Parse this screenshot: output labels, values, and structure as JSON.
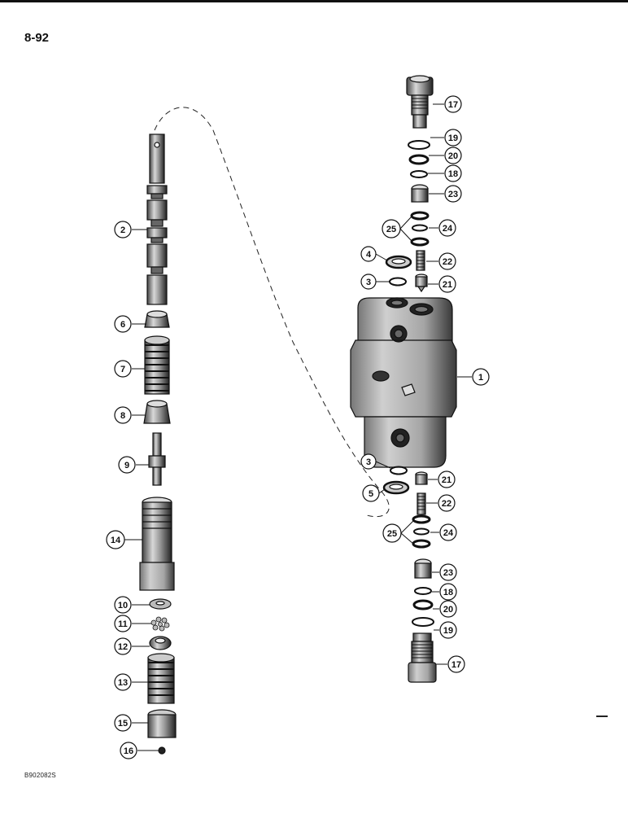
{
  "page": {
    "number": "8-92",
    "figure_id": "B902082S"
  },
  "callouts": {
    "c1": "1",
    "c2": "2",
    "c3a": "3",
    "c3b": "3",
    "c4": "4",
    "c5": "5",
    "c6": "6",
    "c7": "7",
    "c8": "8",
    "c9": "9",
    "c10": "10",
    "c11": "11",
    "c12": "12",
    "c13": "13",
    "c14": "14",
    "c15": "15",
    "c16": "16",
    "c17a": "17",
    "c17b": "17",
    "c18a": "18",
    "c18b": "18",
    "c19a": "19",
    "c19b": "19",
    "c20a": "20",
    "c20b": "20",
    "c21a": "21",
    "c21b": "21",
    "c22a": "22",
    "c22b": "22",
    "c23a": "23",
    "c23b": "23",
    "c24a": "24",
    "c24b": "24",
    "c25a": "25",
    "c25b": "25"
  }
}
